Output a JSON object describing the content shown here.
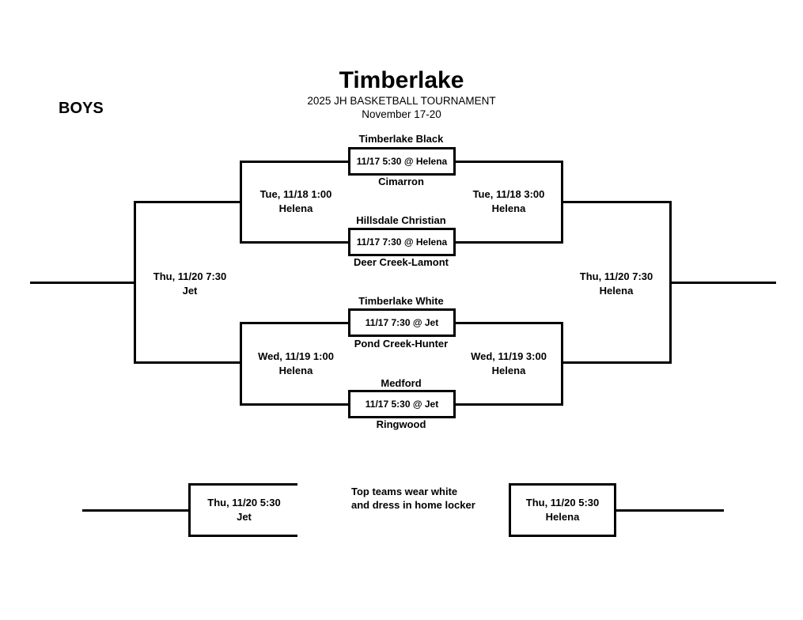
{
  "header": {
    "title": "Timberlake",
    "subtitle": "2025 JH BASKETBALL TOURNAMENT",
    "date_range": "November 17-20",
    "division": "BOYS"
  },
  "first_round": [
    {
      "top_team": "Timberlake Black",
      "bottom_team": "Cimarron",
      "schedule": "11/17 5:30 @ Helena"
    },
    {
      "top_team": "Hillsdale Christian",
      "bottom_team": "Deer Creek-Lamont",
      "schedule": "11/17 7:30 @ Helena"
    },
    {
      "top_team": "Timberlake White",
      "bottom_team": "Pond Creek-Hunter",
      "schedule": "11/17 7:30 @ Jet"
    },
    {
      "top_team": "Medford",
      "bottom_team": "Ringwood",
      "schedule": "11/17 5:30 @ Jet"
    }
  ],
  "semifinals": [
    {
      "datetime": "Tue, 11/18 1:00",
      "location": "Helena"
    },
    {
      "datetime": "Tue, 11/18 3:00",
      "location": "Helena"
    },
    {
      "datetime": "Wed, 11/19 1:00",
      "location": "Helena"
    },
    {
      "datetime": "Wed, 11/19 3:00",
      "location": "Helena"
    }
  ],
  "finals": [
    {
      "datetime": "Thu, 11/20 7:30",
      "location": "Jet"
    },
    {
      "datetime": "Thu, 11/20 7:30",
      "location": "Helena"
    }
  ],
  "consolation": [
    {
      "datetime": "Thu, 11/20 5:30",
      "location": "Jet"
    },
    {
      "datetime": "Thu, 11/20 5:30",
      "location": "Helena"
    }
  ],
  "note": {
    "line1": "Top teams wear white",
    "line2": "and dress in home locker"
  },
  "colors": {
    "line": "#000000",
    "text": "#000000",
    "background": "#ffffff"
  }
}
